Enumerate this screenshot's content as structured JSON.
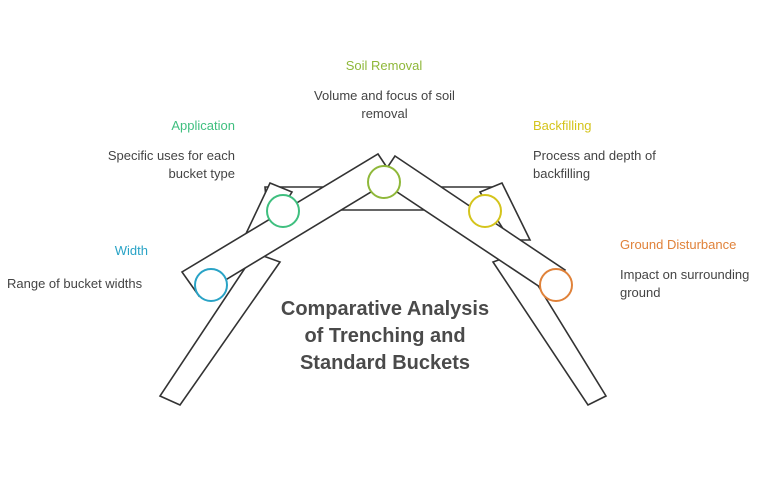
{
  "title": "Comparative Analysis of Trenching and Standard Buckets",
  "colors": {
    "width": "#29a3c6",
    "application": "#3fbf7f",
    "soil_removal": "#8fb83a",
    "backfilling": "#d4c41c",
    "ground_disturbance": "#e0823a",
    "outline": "#333333",
    "title": "#4a4a4a",
    "text": "#444444"
  },
  "items": [
    {
      "key": "width",
      "label": "Width",
      "description": "Range of bucket widths"
    },
    {
      "key": "application",
      "label": "Application",
      "description": "Specific uses for each bucket type"
    },
    {
      "key": "soil_removal",
      "label": "Soil Removal",
      "description": "Volume and focus of soil removal"
    },
    {
      "key": "backfilling",
      "label": "Backfilling",
      "description": "Process and depth of backfilling"
    },
    {
      "key": "ground_disturbance",
      "label": "Ground Disturbance",
      "description": "Impact on surrounding ground"
    }
  ]
}
